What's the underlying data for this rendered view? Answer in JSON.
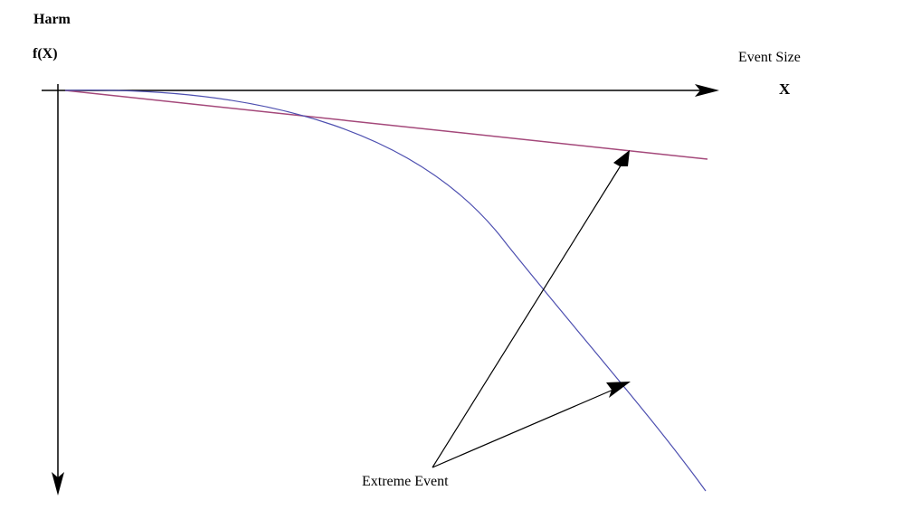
{
  "diagram": {
    "y_axis": {
      "title": "Harm",
      "function_label": "f(X)"
    },
    "x_axis": {
      "title": "Event Size",
      "symbol": "X"
    },
    "annotation": "Extreme Event",
    "colors": {
      "axes": "#000000",
      "curve_linear": "#a4487a",
      "curve_concave": "#4d4fb0",
      "arrows": "#000000"
    }
  }
}
